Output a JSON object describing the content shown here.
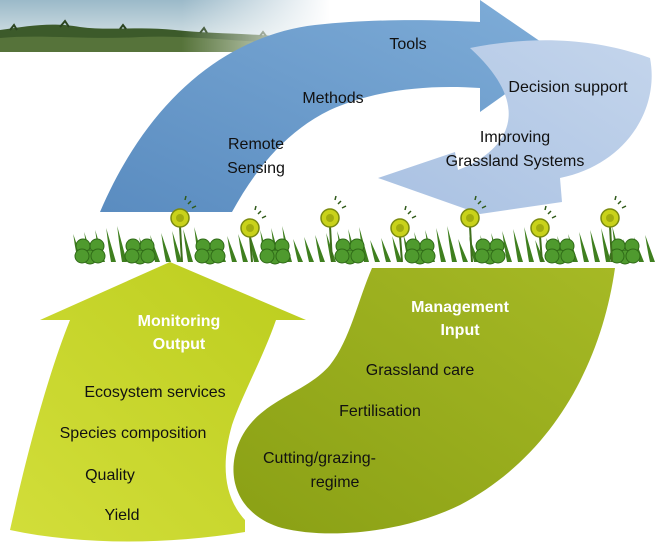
{
  "top_cycle": {
    "tools": "Tools",
    "methods": "Methods",
    "remote_sensing_1": "Remote",
    "remote_sensing_2": "Sensing",
    "decision_support": "Decision support",
    "improving_1": "Improving",
    "improving_2": "Grassland Systems"
  },
  "monitoring": {
    "title_1": "Monitoring",
    "title_2": "Output",
    "items": [
      "Ecosystem services",
      "Species composition",
      "Quality",
      "Yield"
    ]
  },
  "management": {
    "title_1": "Management",
    "title_2": "Input",
    "items": [
      "Grassland care",
      "Fertilisation",
      "Cutting/grazing-",
      "regime"
    ]
  },
  "colors": {
    "blue_arrow": "#6d9dcb",
    "light_blue_arrow": "#b6cbe6",
    "yellow_green_arrow": "#c5d52a",
    "olive_arrow": "#9aae1c",
    "clover": "#4f9a2e",
    "grass": "#3f7f1f",
    "dandelion": "#c9d21a"
  },
  "icons": [
    "landscape-photo",
    "grassland-plants"
  ]
}
